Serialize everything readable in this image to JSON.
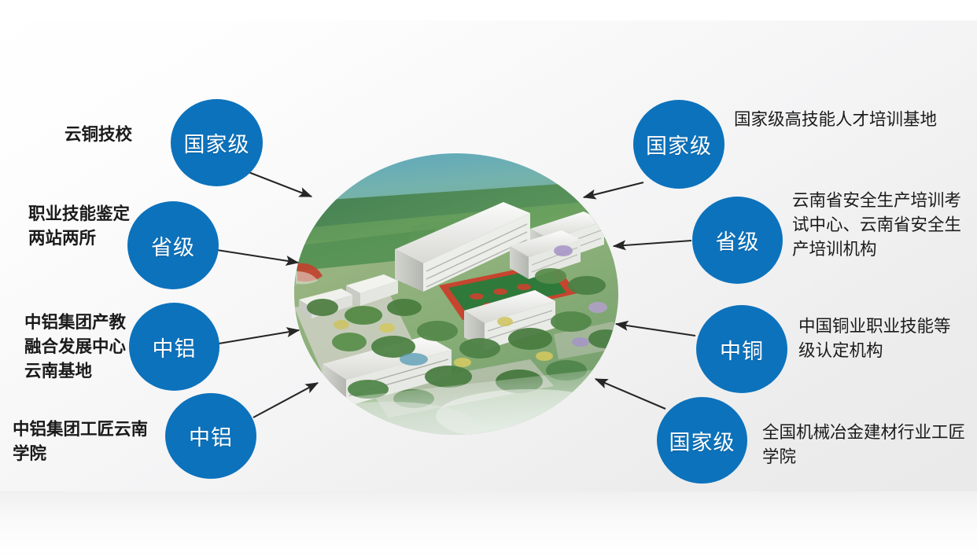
{
  "slide": {
    "background_color": "#f1f1f2",
    "accent_color": "#0c72bc",
    "text_color": "#1a1a1a",
    "arrow_color": "#262626"
  },
  "center": {
    "name": "campus-aerial-photo",
    "shape": "ellipse",
    "description": "aerial rendering of a school campus with white multi-storey buildings, a red-and-green running track / sports field, tree-lined roads and green farmland in the background"
  },
  "nodes": {
    "left": [
      {
        "id": "left-1",
        "badge": "国家级",
        "caption": "云铜技校"
      },
      {
        "id": "left-2",
        "badge": "省级",
        "caption": "职业技能鉴定两站两所"
      },
      {
        "id": "left-3",
        "badge": "中铝",
        "caption": "中铝集团产教融合发展中心云南基地"
      },
      {
        "id": "left-4",
        "badge": "中铝",
        "caption": "中铝集团工匠云南学院"
      }
    ],
    "right": [
      {
        "id": "right-1",
        "badge": "国家级",
        "caption": "国家级高技能人才培训基地"
      },
      {
        "id": "right-2",
        "badge": "省级",
        "caption": "云南省安全生产培训考试中心、云南省安全生产培训机构"
      },
      {
        "id": "right-3",
        "badge": "中铜",
        "caption": "中国铜业职业技能等级认定机构"
      },
      {
        "id": "right-4",
        "badge": "国家级",
        "caption": "全国机械冶金建材行业工匠学院"
      }
    ]
  },
  "connectors": [
    {
      "name": "arrow-left-1",
      "from": "left-1",
      "to": "center",
      "direction": "to-center"
    },
    {
      "name": "arrow-left-2",
      "from": "left-2",
      "to": "center",
      "direction": "to-center"
    },
    {
      "name": "arrow-left-3",
      "from": "left-3",
      "to": "center",
      "direction": "to-center"
    },
    {
      "name": "arrow-left-4",
      "from": "left-4",
      "to": "center",
      "direction": "to-center"
    },
    {
      "name": "arrow-right-1",
      "from": "right-1",
      "to": "center",
      "direction": "to-center"
    },
    {
      "name": "arrow-right-2",
      "from": "right-2",
      "to": "center",
      "direction": "to-center"
    },
    {
      "name": "arrow-right-3",
      "from": "right-3",
      "to": "center",
      "direction": "to-center"
    },
    {
      "name": "arrow-right-4",
      "from": "right-4",
      "to": "center",
      "direction": "to-center"
    }
  ]
}
